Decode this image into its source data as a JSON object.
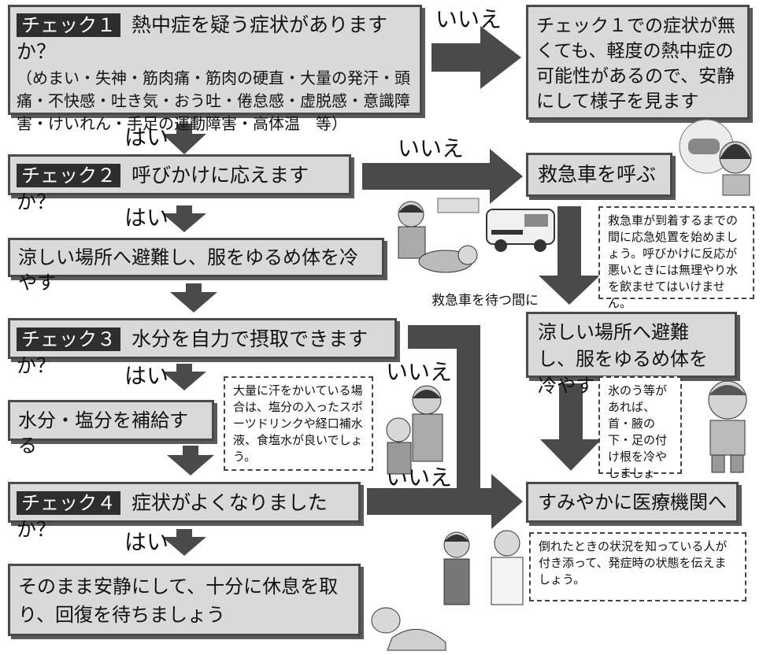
{
  "check1": {
    "tag": "チェック１",
    "question": "熱中症を疑う症状がありますか？",
    "symptoms": "（めまい・失神・筋肉痛・筋肉の硬直・大量の発汗・頭痛・不快感・吐き気・おう吐・倦怠感・虚脱感・意識障害・けいれん・手足の運動障害・高体温　等）"
  },
  "check1_no_result": "チェック１での症状が無くても、軽度の熱中症の可能性があるので、安静にして様子を見ます",
  "check2": {
    "tag": "チェック２",
    "question": "呼びかけに応えますか？"
  },
  "call_ambulance": "救急車を呼ぶ",
  "ambulance_note": "救急車が到着するまでの間に応急処置を始めましょう。呼びかけに反応が悪いときには無理やり水を飲ませてはいけません。",
  "while_waiting": "救急車を待つ間に",
  "cool_down_left": "涼しい場所へ避難し、服をゆるめ体を冷やす",
  "cool_down_right": "涼しい場所へ避難し、服をゆるめ体を冷やす",
  "check3": {
    "tag": "チェック３",
    "question": "水分を自力で摂取できますか？"
  },
  "hydrate": "水分・塩分を補給する",
  "sweat_note": "大量に汗をかいている場合は、塩分の入ったスポーツドリンクや経口補水液、食塩水が良いでしょう。",
  "ice_note": "氷のう等があれば、首・腋の下・足の付け根を冷やしましょう。",
  "check4": {
    "tag": "チェック４",
    "question": "症状がよくなりましたか？"
  },
  "medical": "すみやかに医療機関へ",
  "witness_note": "倒れたときの状況を知っている人が付き添って、発症時の状態を伝えましょう。",
  "rest": "そのまま安静にして、十分に休息を取り、回復を待ちましょう",
  "labels": {
    "yes": "はい",
    "no": "いいえ"
  }
}
